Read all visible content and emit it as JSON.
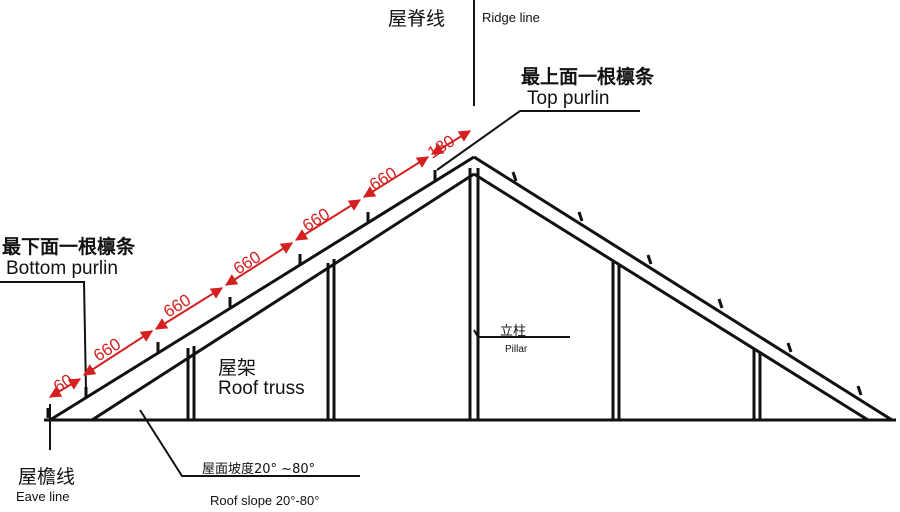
{
  "labels": {
    "ridge_cn": "屋脊线",
    "ridge_en": "Ridge line",
    "top_purlin_cn": "最上面一根檩条",
    "top_purlin_en": "Top purlin",
    "bottom_purlin_cn": "最下面一根檩条",
    "bottom_purlin_en": "Bottom purlin",
    "truss_cn": "屋架",
    "truss_en": "Roof truss",
    "pillar_cn": "立柱",
    "pillar_en": "Pillar",
    "eave_cn": "屋檐线",
    "eave_en": "Eave line",
    "slope_cn": "屋面坡度20° ~80°",
    "slope_en": "Roof slope 20°-80°"
  },
  "dimensions": [
    "60",
    "660",
    "660",
    "660",
    "660",
    "660",
    "180"
  ],
  "colors": {
    "line": "#111111",
    "dimension": "#d42020"
  }
}
